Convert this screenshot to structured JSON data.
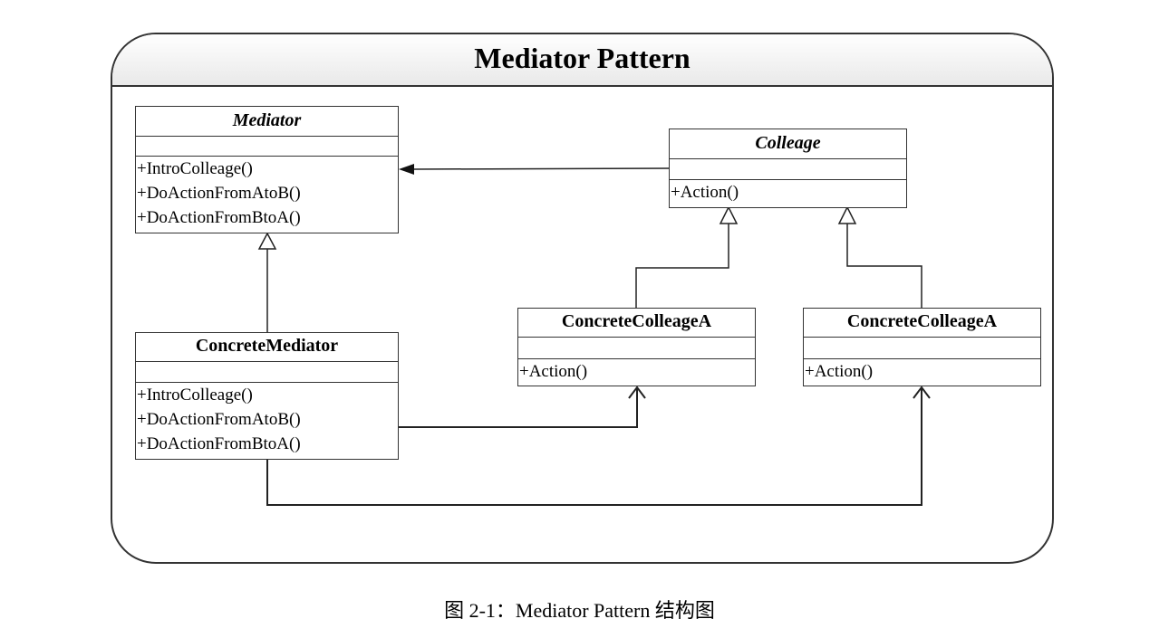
{
  "frame": {
    "title": "Mediator Pattern"
  },
  "classes": {
    "mediator": {
      "name": "Mediator",
      "operations": [
        "+IntroColleage()",
        "+DoActionFromAtoB()",
        "+DoActionFromBtoA()"
      ]
    },
    "colleague": {
      "name": "Colleage",
      "operations": [
        "+Action()"
      ]
    },
    "concrete_mediator": {
      "name": "ConcreteMediator",
      "operations": [
        "+IntroColleage()",
        "+DoActionFromAtoB()",
        "+DoActionFromBtoA()"
      ]
    },
    "concrete_colleague_a": {
      "name": "ConcreteColleageA",
      "operations": [
        "+Action()"
      ]
    },
    "concrete_colleague_b": {
      "name": "ConcreteColleageA",
      "operations": [
        "+Action()"
      ]
    }
  },
  "caption": "图 2-1：Mediator Pattern 结构图"
}
